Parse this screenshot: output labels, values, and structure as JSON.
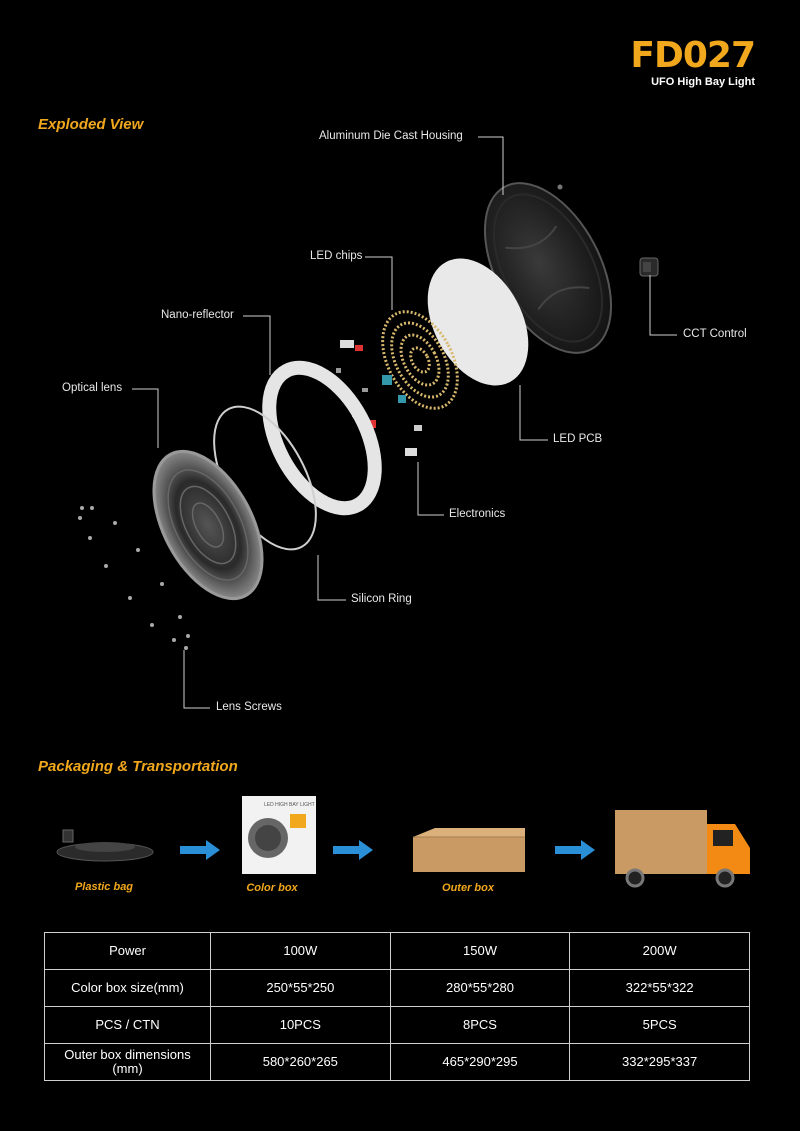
{
  "header": {
    "model": "FD027",
    "subtitle": "UFO High Bay Light"
  },
  "exploded": {
    "title": "Exploded View",
    "labels": {
      "housing": "Aluminum Die Cast Housing",
      "led_chips": "LED chips",
      "nano_reflector": "Nano-reflector",
      "optical_lens": "Optical lens",
      "cct_control": "CCT Control",
      "led_pcb": "LED PCB",
      "electronics": "Electronics",
      "silicon_ring": "Silicon Ring",
      "lens_screws": "Lens Screws"
    }
  },
  "packaging": {
    "title": "Packaging & Transportation",
    "steps": [
      "Plastic bag",
      "Color box",
      "Outer box"
    ],
    "colorbox_text": "LED HIGH BAY LIGHT"
  },
  "spec_table": {
    "rows": [
      [
        "Power",
        "100W",
        "150W",
        "200W"
      ],
      [
        "Color box size(mm)",
        "250*55*250",
        "280*55*280",
        "322*55*322"
      ],
      [
        "PCS / CTN",
        "10PCS",
        "8PCS",
        "5PCS"
      ],
      [
        "Outer box dimensions (mm)",
        "580*260*265",
        "465*290*295",
        "332*295*337"
      ]
    ]
  },
  "colors": {
    "accent": "#f2a81d",
    "arrow": "#2a8fd6",
    "truck": "#f28a14"
  }
}
